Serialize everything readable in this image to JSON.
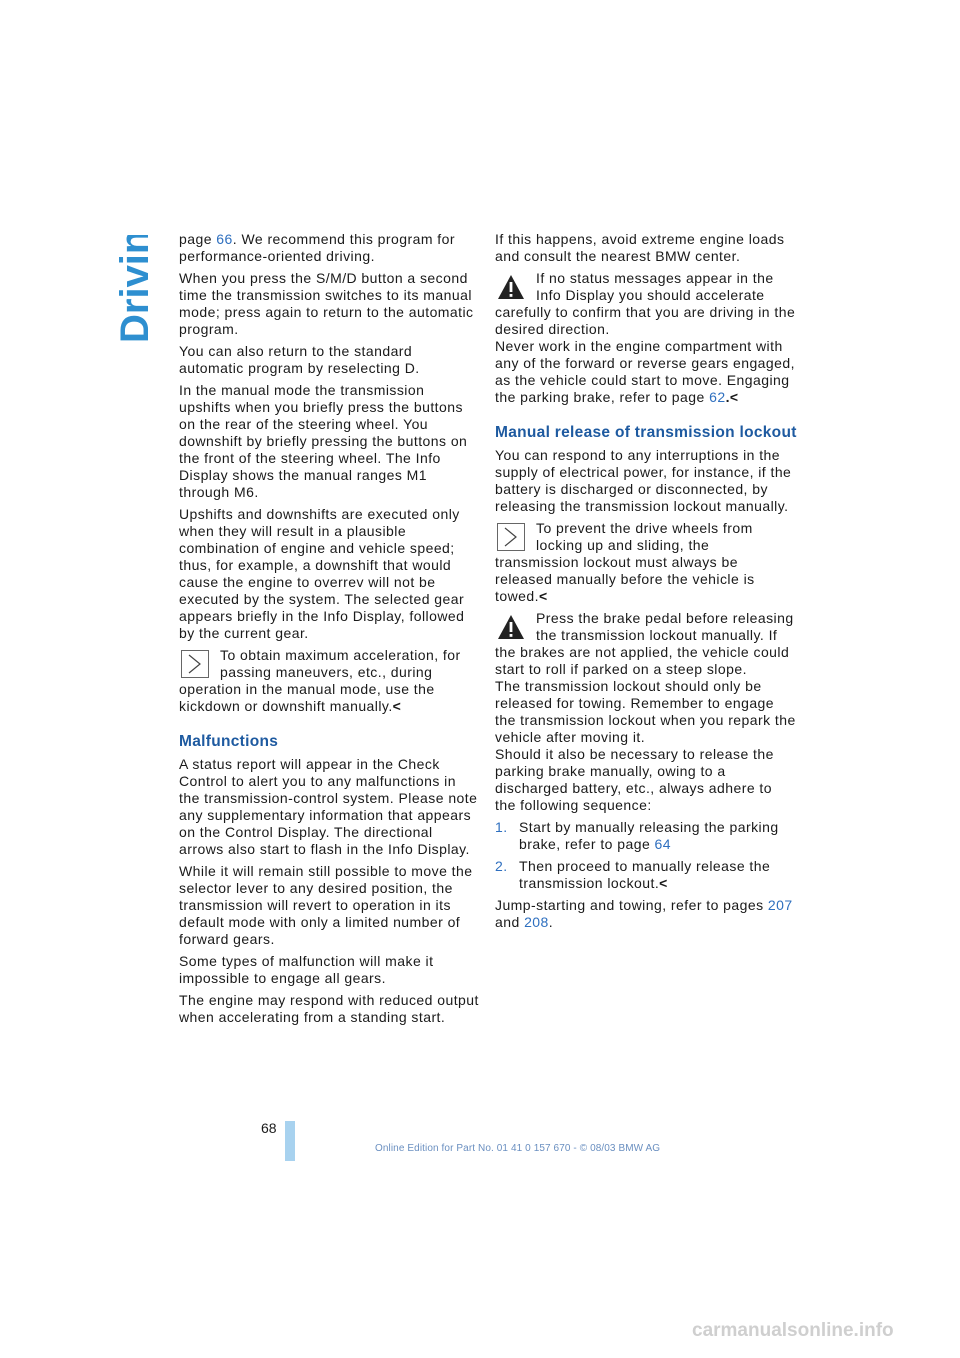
{
  "section": "Driving",
  "page_number": "68",
  "footer": "Online Edition for Part No. 01 41 0 157 670 - © 08/03 BMW AG",
  "watermark": "carmanualsonline.info",
  "colors": {
    "section": "#2e8fd0",
    "heading": "#1e5aa0",
    "link": "#2e6fbf",
    "page_bar": "#a8d2ef"
  },
  "left": {
    "p1": {
      "pre": "page ",
      "link": "66",
      "post": ". We recommend this program for performance-oriented driving."
    },
    "p2": "When you press the S/M/D button a second time the transmission switches to its manual mode; press again to return to the automatic program.",
    "p3": "You can also return to the standard automatic program by reselecting D.",
    "p4": "In the manual mode the transmission upshifts when you briefly press the buttons on the rear of the steering wheel. You downshift by briefly pressing the buttons on the front of the steering wheel. The Info Display shows the manual ranges M1 through M6.",
    "p5": "Upshifts and downshifts are executed only when they will result in a plausible combination of engine and vehicle speed; thus, for example, a downshift that would cause the engine to overrev will not be executed by the system. The selected gear appears briefly in the Info Display, followed by the current gear.",
    "note_tip": {
      "icon": "tip-icon",
      "text": "To obtain maximum acceleration, for passing maneuvers, etc., during operation in the manual mode, use the kickdown or downshift manually.",
      "end": "<"
    },
    "heading_malfunctions": "Malfunctions",
    "p6": "A status report will appear in the Check Control to alert you to any malfunctions in the transmission-control system. Please note any supplementary information that appears on the Control Display. The directional arrows also start to flash in the Info Display.",
    "p7": "While it will remain still possible to move the selector lever to any desired position, the transmission will revert to operation in its default mode with only a limited number of forward gears.",
    "p8": "Some types of malfunction will make it impossible to engage all gears.",
    "p9": "The engine may respond with reduced output when accelerating from a standing start."
  },
  "right": {
    "p1": "If this happens, avoid extreme engine loads and consult the nearest BMW center.",
    "warn1": {
      "icon": "warning-icon",
      "text1": "If no status messages appear in the Info Display you should accelerate carefully to confirm that you are driving in the desired direction.",
      "text2": "Never work in the engine compartment with any of the forward or reverse gears engaged, as the vehicle could start to move. Engaging the parking brake, refer to page ",
      "link": "62",
      "end": ".<"
    },
    "heading_release": "Manual release of transmission lockout",
    "p2": "You can respond to any interruptions in the supply of electrical power, for instance, if the battery is discharged or disconnected, by releasing the transmission lockout manually.",
    "note_tip": {
      "icon": "tip-icon",
      "text": "To prevent the drive wheels from locking up and sliding, the transmission lockout must always be released manually before the vehicle is towed.",
      "end": "<"
    },
    "warn2": {
      "icon": "warning-icon",
      "text1": "Press the brake pedal before releasing the transmission lockout manually. If the brakes are not applied, the vehicle could start to roll if parked on a steep slope.",
      "text2": "The transmission lockout should only be released for towing. Remember to engage the transmission lockout when you repark the vehicle after moving it.",
      "text3": "Should it also be necessary to release the parking brake manually, owing to a discharged battery, etc., always adhere to the following sequence:"
    },
    "steps": [
      {
        "num": "1.",
        "text": "Start by manually releasing the parking brake, refer to page ",
        "link": "64",
        "end": ""
      },
      {
        "num": "2.",
        "text": "Then proceed to manually release the transmission lockout.",
        "link": "",
        "end": "<"
      }
    ],
    "p3": {
      "pre": "Jump-starting and towing, refer to pages ",
      "link1": "207",
      "mid": " and ",
      "link2": "208",
      "post": "."
    }
  }
}
